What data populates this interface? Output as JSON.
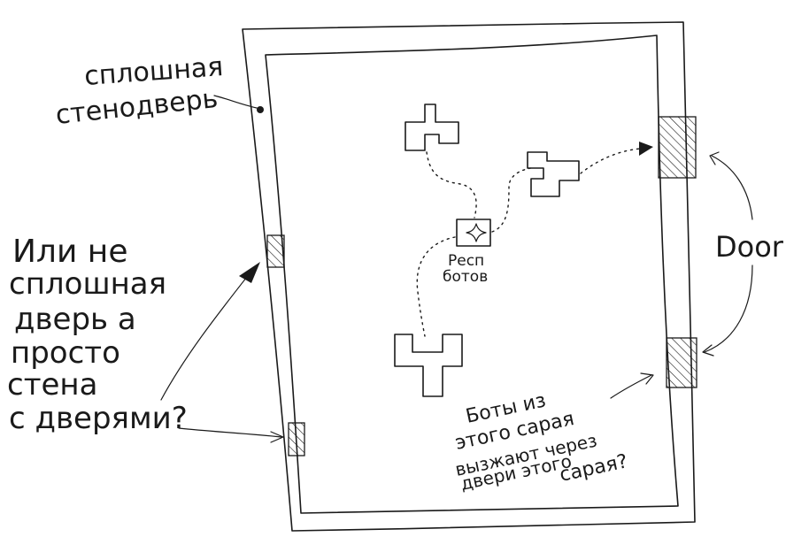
{
  "labels": {
    "solid_door_line1": "сплошная",
    "solid_door_line2": "стенодверь",
    "question_line1": "Или не",
    "question_line2": "сплошная",
    "question_line3": "дверь а",
    "question_line4": "просто",
    "question_line5": "стена",
    "question_line6": "с дверями?",
    "spawn_line1": "Респ",
    "spawn_line2": "ботов",
    "door": "Door",
    "bots_line1": "Боты из",
    "bots_line2": "этого сарая",
    "bots_line3": "вызжают через",
    "bots_line4": "двери этого",
    "bots_line5": "сарая?"
  },
  "icons": {
    "spawn": "diamond-star-icon"
  }
}
